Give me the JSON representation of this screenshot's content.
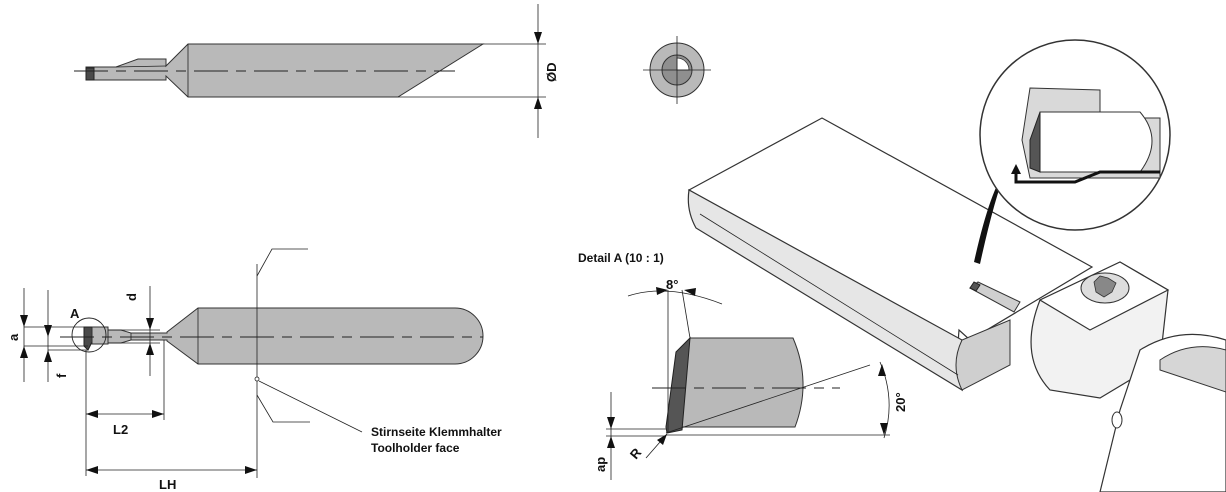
{
  "labels": {
    "diameter": "ØD",
    "a": "a",
    "f": "f",
    "detail_marker": "A",
    "d": "d",
    "l2": "L2",
    "lh": "LH",
    "face_de": "Stirnseite Klemmhalter",
    "face_en": "Toolholder face",
    "detail_title": "Detail A (10 : 1)",
    "angle_top": "8°",
    "angle_side": "20°",
    "radius": "R",
    "ap": "ap"
  },
  "colors": {
    "part_fill": "#b9b9b9",
    "cutting_edge": "#555555",
    "line": "#222222"
  }
}
